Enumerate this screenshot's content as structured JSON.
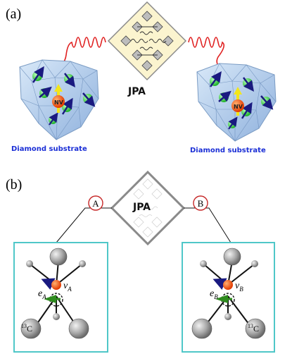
{
  "panel_a": {
    "label": "(a)",
    "jpa_label": "JPA",
    "left_substrate_label": "Diamond substrate",
    "right_substrate_label": "Diamond substrate",
    "nv_label": "NV"
  },
  "panel_b": {
    "label": "(b)",
    "jpa_label": "JPA",
    "node_a_label": "A",
    "node_b_label": "B",
    "left_box": {
      "nu_label": "ν",
      "nu_sub": "A",
      "e_label": "e",
      "e_sub": "A",
      "c13_sup": "13",
      "c13_label": "C"
    },
    "right_box": {
      "nu_label": "ν",
      "nu_sub": "B",
      "e_label": "e",
      "e_sub": "B",
      "c13_sup": "13",
      "c13_label": "C"
    }
  },
  "colors": {
    "diamond_fill": "#b9d3ef",
    "diamond_edge": "#7b9cc4",
    "jpa_fill": "#fbf4cf",
    "jpa_edge": "#8a8a8a",
    "wave": "#e02020",
    "spin_ball": "#3fe04a",
    "nv_ball": "#f06010",
    "arrow_dark": "#1a1a80",
    "arrow_yellow": "#f3e61a",
    "substrate_text": "#1b2fd6",
    "box_border": "#4fc7c8",
    "node_circle": "#c62828",
    "green_arrow": "#2e8b1e"
  }
}
